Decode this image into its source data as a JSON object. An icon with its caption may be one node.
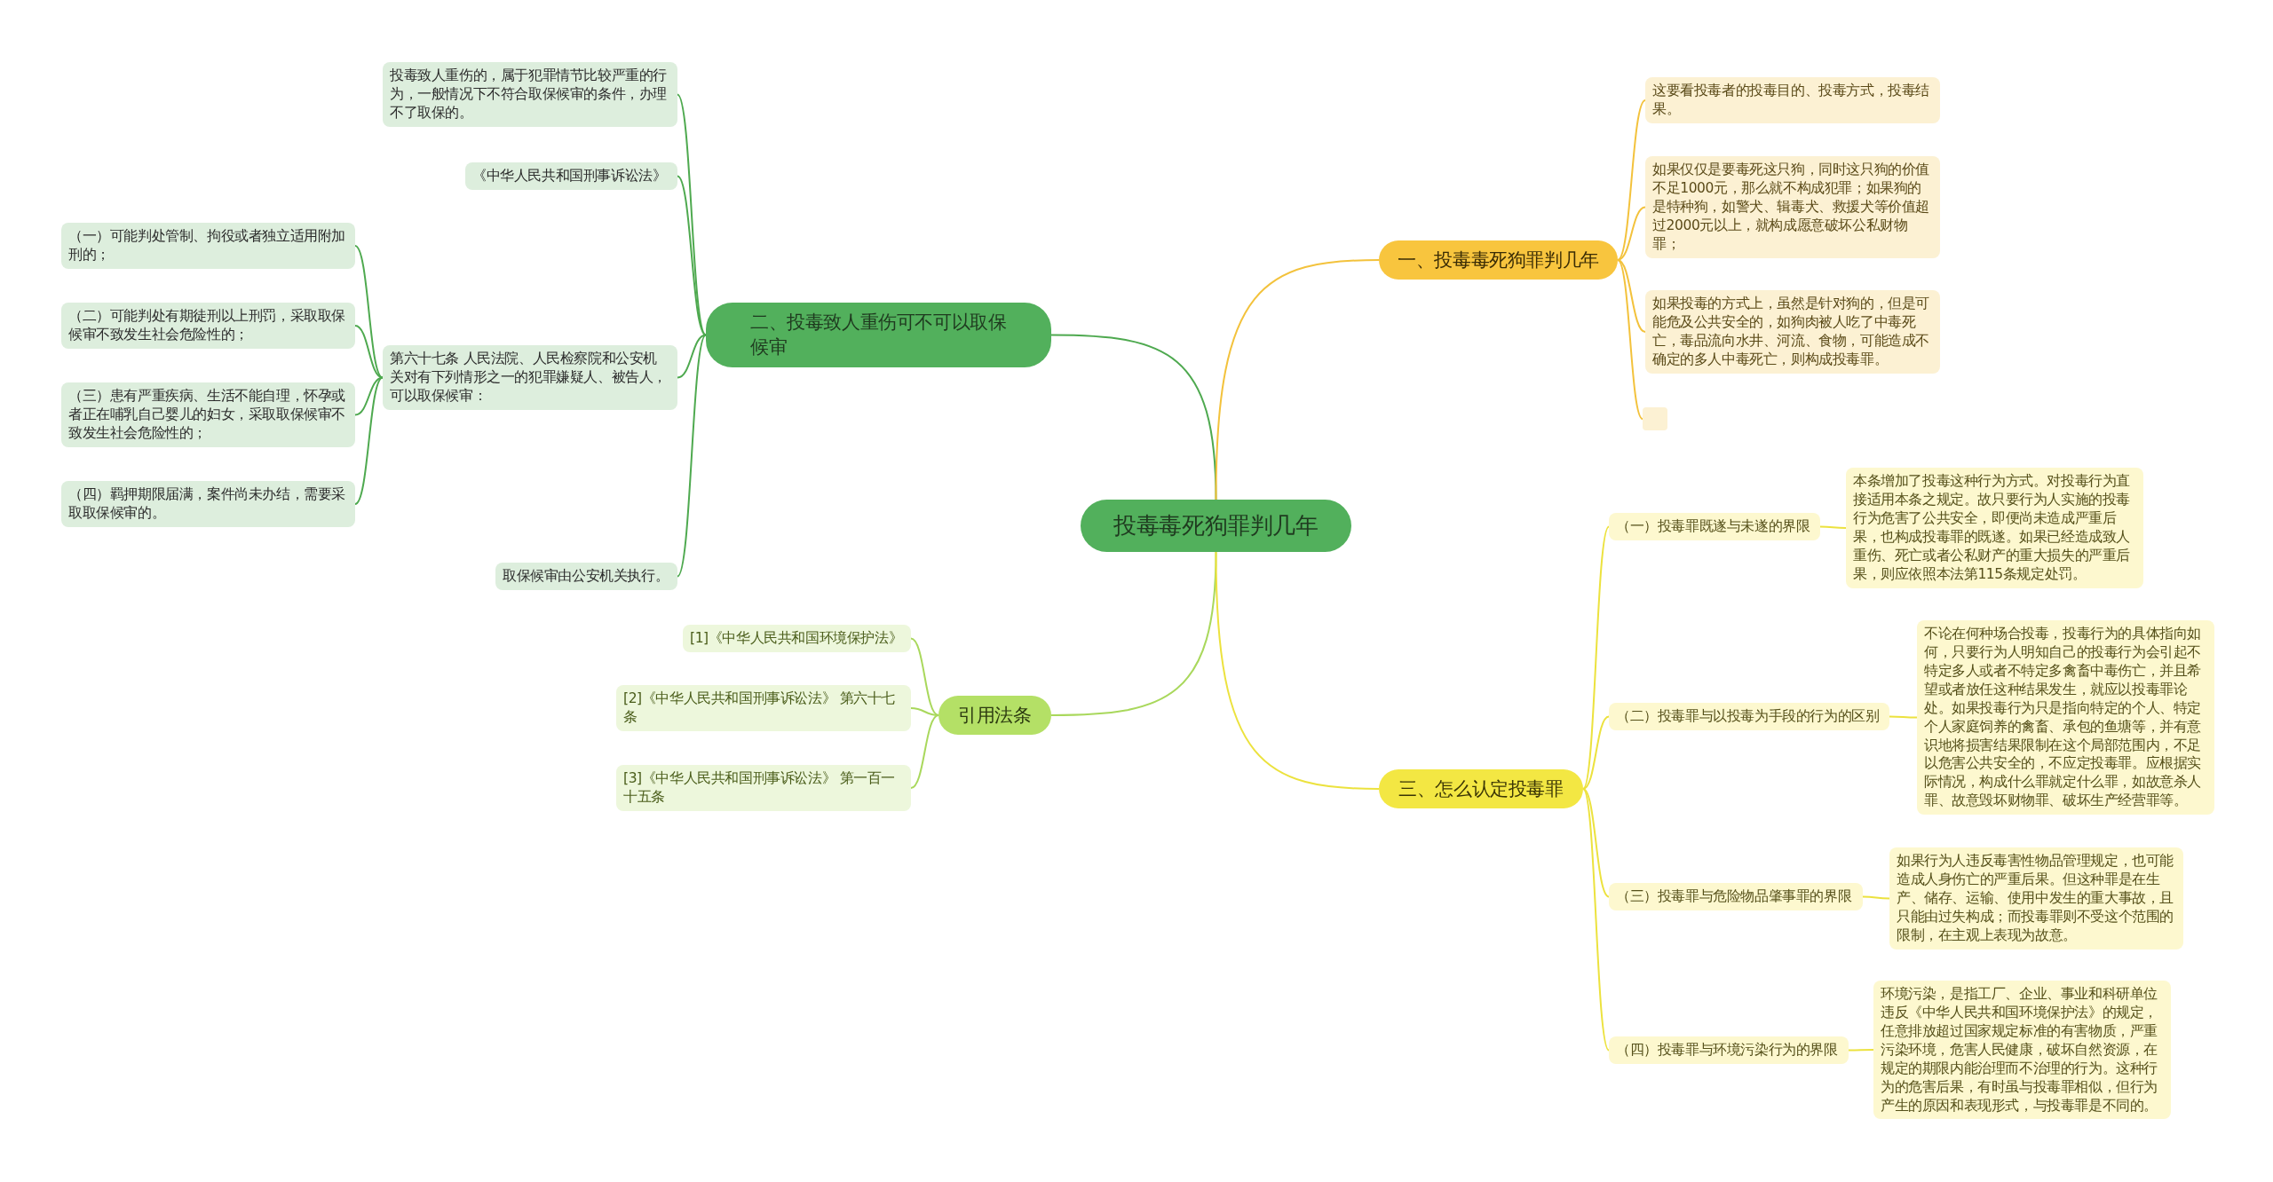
{
  "diagram": {
    "nodes": [
      {
        "text": [
          "投毒毒死狗罪判几年"
        ]
      },
      {
        "text": [
          "二、投毒致人重伤可不可以取保候审"
        ]
      },
      {
        "text": [
          "投毒致人重伤的，属于犯罪情节比较严重的行为，一般情况下不符合取保候审的条件，办理不了取保的。"
        ]
      },
      {
        "text": [
          "《中华人民共和国刑事诉讼法》"
        ]
      },
      {
        "text": [
          "第六十七条 人民法院、人民检察院和公安机关对有下列情形之一的犯罪嫌疑人、被告人，可以取保候审："
        ]
      },
      {
        "text": [
          "（一）可能判处管制、拘役或者独立适用附加刑的；"
        ]
      },
      {
        "text": [
          "（二）可能判处有期徒刑以上刑罚，采取取保候审不致发生社会危险性的；"
        ]
      },
      {
        "text": [
          "（三）患有严重疾病、生活不能自理，怀孕或者正在哺乳自己婴儿的妇女，采取取保候审不致发生社会危险性的；"
        ]
      },
      {
        "text": [
          "（四）羁押期限届满，案件尚未办结，需要采取取保候审的。"
        ]
      },
      {
        "text": [
          "取保候审由公安机关执行。"
        ]
      },
      {
        "text": [
          "引用法条"
        ]
      },
      {
        "text": [
          "[1]《中华人民共和国环境保护法》"
        ]
      },
      {
        "text": [
          "[2]《中华人民共和国刑事诉讼法》 第六十七条"
        ]
      },
      {
        "text": [
          "[3]《中华人民共和国刑事诉讼法》 第一百一十五条"
        ]
      },
      {
        "text": [
          "一、投毒毒死狗罪判几年"
        ]
      },
      {
        "text": [
          "这要看投毒者的投毒目的、投毒方式，投毒结果。"
        ]
      },
      {
        "text": [
          "如果仅仅是要毒死这只狗，同时这只狗的价值不足1000元，那么就不构成犯罪；如果狗的是特种狗，如警犬、辑毒犬、救援犬等价值超过2000元以上，就构成愿意破坏公私财物罪；"
        ]
      },
      {
        "text": [
          "如果投毒的方式上，虽然是针对狗的，但是可能危及公共安全的，如狗肉被人吃了中毒死亡，毒品流向水井、河流、食物，可能造成不确定的多人中毒死亡，则构成投毒罪。"
        ]
      },
      {
        "text": [],
        "shape": "box"
      },
      {
        "text": [
          "三、怎么认定投毒罪"
        ]
      },
      {
        "text": [
          "（一）投毒罪既遂与未遂的界限"
        ]
      },
      {
        "text": [
          "本条增加了投毒这种行为方式。对投毒行为直接适用本条之规定。故只要行为人实施的投毒行为危害了公共安全，即便尚未造成严重后果，也构成投毒罪的既遂。如果已经造成致人重伤、死亡或者公私财产的重大损失的严重后果，则应依照本法第115条规定处罚。"
        ]
      },
      {
        "text": [
          "（二）投毒罪与以投毒为手段的行为的区别"
        ]
      },
      {
        "text": [
          "不论在何种场合投毒，投毒行为的具体指向如何，只要行为人明知自己的投毒行为会引起不特定多人或者不特定多禽畜中毒伤亡，并且希望或者放任这种结果发生，就应以投毒罪论处。如果投毒行为只是指向特定的个人、特定个人家庭饲养的禽畜、承包的鱼塘等，并有意识地将损害结果限制在这个局部范围内，不足以危害公共安全的，不应定投毒罪。应根据实际情况，构成什么罪就定什么罪，如故意杀人罪、故意毁坏财物罪、破坏生产经营罪等。"
        ]
      },
      {
        "text": [
          "（三）投毒罪与危险物品肇事罪的界限"
        ]
      },
      {
        "text": [
          "如果行为人违反毒害性物品管理规定，也可能造成人身伤亡的严重后果。但这种罪是在生产、储存、运输、使用中发生的重大事故，且只能由过失构成；而投毒罪则不受这个范围的限制，在主观上表现为故意。"
        ]
      },
      {
        "text": [
          "（四）投毒罪与环境污染行为的界限"
        ]
      },
      {
        "text": [
          "环境污染，是指工厂、企业、事业和科研单位违反《中华人民共和国环境保护法》的规定，任意排放超过国家规定标准的有害物质，严重污染环境，危害人民健康，破坏自然资源，在规定的期限内能治理而不治理的行为。这种行为的危害后果，有时虽与投毒罪相似，但行为产生的原因和表现形式，与投毒罪是不同的。"
        ]
      }
    ],
    "edges": [
      {
        "from": 0,
        "to": 1,
        "arrow": "none",
        "color": "#4ea94f"
      },
      {
        "from": 1,
        "to": 2,
        "arrow": "none",
        "color": "#4ea94f"
      },
      {
        "from": 1,
        "to": 3,
        "arrow": "none",
        "color": "#4ea94f"
      },
      {
        "from": 1,
        "to": 4,
        "arrow": "none",
        "color": "#4ea94f"
      },
      {
        "from": 4,
        "to": 5,
        "arrow": "none",
        "color": "#4ea94f"
      },
      {
        "from": 4,
        "to": 6,
        "arrow": "none",
        "color": "#4ea94f"
      },
      {
        "from": 4,
        "to": 7,
        "arrow": "none",
        "color": "#4ea94f"
      },
      {
        "from": 4,
        "to": 8,
        "arrow": "none",
        "color": "#4ea94f"
      },
      {
        "from": 1,
        "to": 9,
        "arrow": "none",
        "color": "#4ea94f"
      },
      {
        "from": 0,
        "to": 10,
        "arrow": "none",
        "color": "#a9d85c"
      },
      {
        "from": 10,
        "to": 11,
        "arrow": "none",
        "color": "#a9d85c"
      },
      {
        "from": 10,
        "to": 12,
        "arrow": "none",
        "color": "#a9d85c"
      },
      {
        "from": 10,
        "to": 13,
        "arrow": "none",
        "color": "#a9d85c"
      },
      {
        "from": 0,
        "to": 14,
        "arrow": "none",
        "color": "#f3c23c"
      },
      {
        "from": 14,
        "to": 15,
        "arrow": "none",
        "color": "#f3c23c"
      },
      {
        "from": 14,
        "to": 16,
        "arrow": "none",
        "color": "#f3c23c"
      },
      {
        "from": 14,
        "to": 17,
        "arrow": "none",
        "color": "#f3c23c"
      },
      {
        "from": 14,
        "to": 18,
        "arrow": "none",
        "color": "#f3c23c"
      },
      {
        "from": 0,
        "to": 19,
        "arrow": "none",
        "color": "#ece23e"
      },
      {
        "from": 19,
        "to": 20,
        "arrow": "none",
        "color": "#ece23e"
      },
      {
        "from": 20,
        "to": 21,
        "arrow": "none",
        "color": "#ece23e"
      },
      {
        "from": 19,
        "to": 22,
        "arrow": "none",
        "color": "#ece23e"
      },
      {
        "from": 22,
        "to": 23,
        "arrow": "none",
        "color": "#ece23e"
      },
      {
        "from": 19,
        "to": 24,
        "arrow": "none",
        "color": "#ece23e"
      },
      {
        "from": 24,
        "to": 25,
        "arrow": "none",
        "color": "#ece23e"
      },
      {
        "from": 19,
        "to": 26,
        "arrow": "none",
        "color": "#ece23e"
      },
      {
        "from": 26,
        "to": 27,
        "arrow": "none",
        "color": "#ece23e"
      }
    ]
  }
}
